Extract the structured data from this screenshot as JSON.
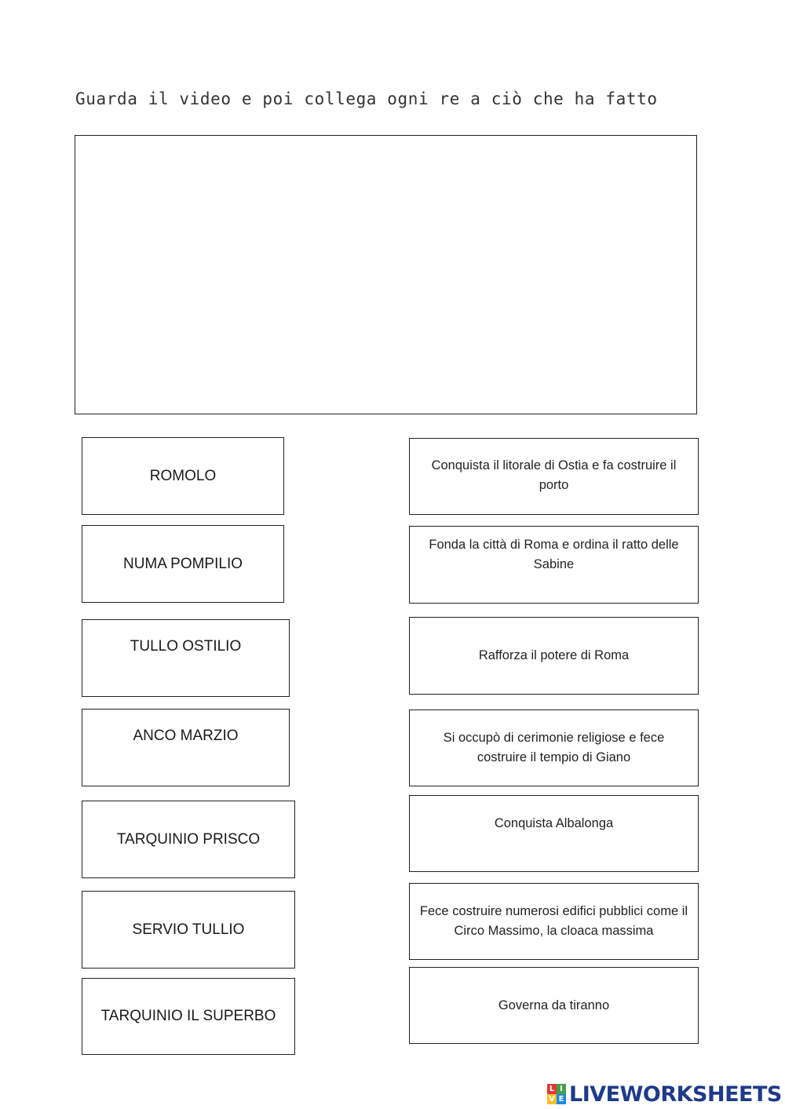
{
  "instruction": "Guarda il video e poi collega ogni re a ciò che ha fatto",
  "kings": [
    "ROMOLO",
    "NUMA POMPILIO",
    "TULLO OSTILIO",
    "ANCO MARZIO",
    "TARQUINIO PRISCO",
    "SERVIO TULLIO",
    "TARQUINIO IL SUPERBO"
  ],
  "deeds": [
    "Conquista il litorale di Ostia e fa costruire il porto",
    "Fonda la città di Roma e ordina il ratto delle Sabine",
    "Rafforza il potere di Roma",
    "Si occupò di cerimonie religiose e fece costruire il tempio  di Giano",
    "Conquista Albalonga",
    "Fece costruire numerosi edifici pubblici come il Circo Massimo, la cloaca massima",
    "Governa da tiranno"
  ],
  "brand": {
    "text": "LIVEWORKSHEETS",
    "mark_letters": [
      "L",
      "I",
      "V",
      "E"
    ],
    "mark_colors": [
      "#e53935",
      "#43a047",
      "#fbc02d",
      "#1e88e5"
    ],
    "text_color": "#1e3a8a"
  }
}
